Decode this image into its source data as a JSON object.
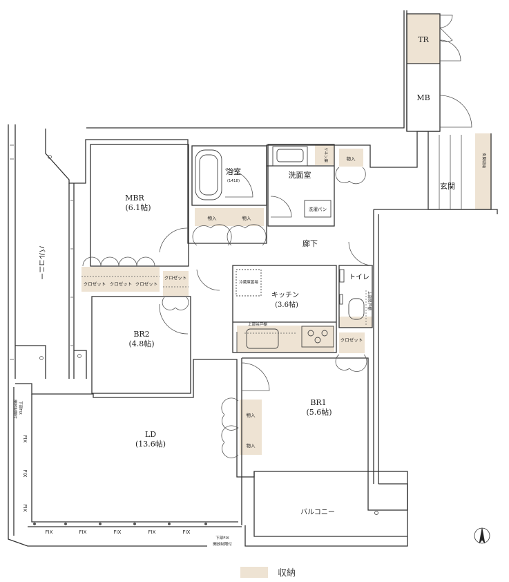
{
  "colors": {
    "storage": "#eee3d3",
    "wall": "#333333",
    "line": "#555555"
  },
  "rooms": {
    "tr": "TR",
    "mb": "MB",
    "mbr_name": "MBR",
    "mbr_size": "(6.1帖)",
    "br2_name": "BR2",
    "br2_size": "(4.8帖)",
    "ld_name": "LD",
    "ld_size": "(13.6帖)",
    "br1_name": "BR1",
    "br1_size": "(5.6帖)",
    "kitchen_name": "キッチン",
    "kitchen_size": "(3.6帖)",
    "bath_name": "浴室",
    "bath_size": "(1418)",
    "wash_name": "洗面室",
    "corridor": "廊下",
    "entrance": "玄関",
    "toilet": "トイレ",
    "balcony_west": "バルコニー",
    "balcony_south": "バルコニー"
  },
  "fixtures": {
    "closet": "クロゼット",
    "storage": "物入",
    "linen": "リネン庫",
    "wash_pan": "洗濯パン",
    "fridge": "冷蔵庫置場",
    "upper_cabinet": "上部吊戸棚",
    "upper_cabinet_v": "上部吊戸棚",
    "entrance_storage": "玄関収納"
  },
  "windows": {
    "fix": "FIX",
    "lower_fix_1": "下部FIX",
    "lower_fix_2": "開放制限付"
  },
  "legend": {
    "storage_label": "収納"
  }
}
